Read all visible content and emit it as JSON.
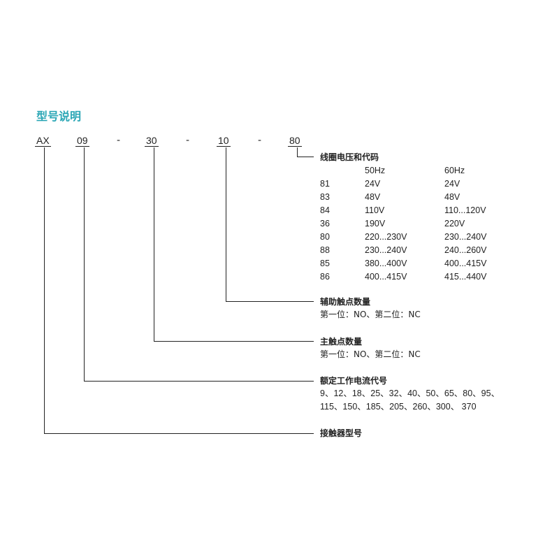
{
  "title": "型号说明",
  "codes": [
    "AX",
    "09",
    "30",
    "10",
    "80"
  ],
  "separator": "-",
  "coil": {
    "heading": "线圈电压和代码",
    "col_50": "50Hz",
    "col_60": "60Hz",
    "rows": [
      [
        "81",
        "24V",
        "24V"
      ],
      [
        "83",
        "48V",
        "48V"
      ],
      [
        "84",
        "110V",
        "110...120V"
      ],
      [
        "36",
        "190V",
        "220V"
      ],
      [
        "80",
        "220...230V",
        "230...240V"
      ],
      [
        "88",
        "230...240V",
        "240...260V"
      ],
      [
        "85",
        "380...400V",
        "400...415V"
      ],
      [
        "86",
        "400...415V",
        "415...440V"
      ]
    ]
  },
  "aux": {
    "heading": "辅助触点数量",
    "desc": "第一位：NO、第二位：NC"
  },
  "main": {
    "heading": "主触点数量",
    "desc": "第一位：NO、第二位：NC"
  },
  "current": {
    "heading": "额定工作电流代号",
    "line1": "9、12、18、25、32、40、50、65、80、95、",
    "line2": "115、150、185、205、260、300、 370"
  },
  "model": {
    "heading": "接触器型号"
  }
}
